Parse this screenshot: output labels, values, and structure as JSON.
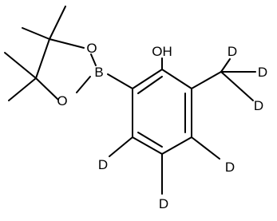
{
  "molecule": {
    "atom_labels": {
      "oh": "OH",
      "boron": "B",
      "ring_oxygen_top": "O",
      "ring_oxygen_bottom": "O",
      "cd3_d_top": "D",
      "cd3_d_right": "D",
      "cd3_d_lower": "D",
      "ring_d_left": "D",
      "ring_d_bottom": "D",
      "ring_d_right": "D"
    },
    "bond_color": "#000000",
    "background": "#ffffff"
  }
}
